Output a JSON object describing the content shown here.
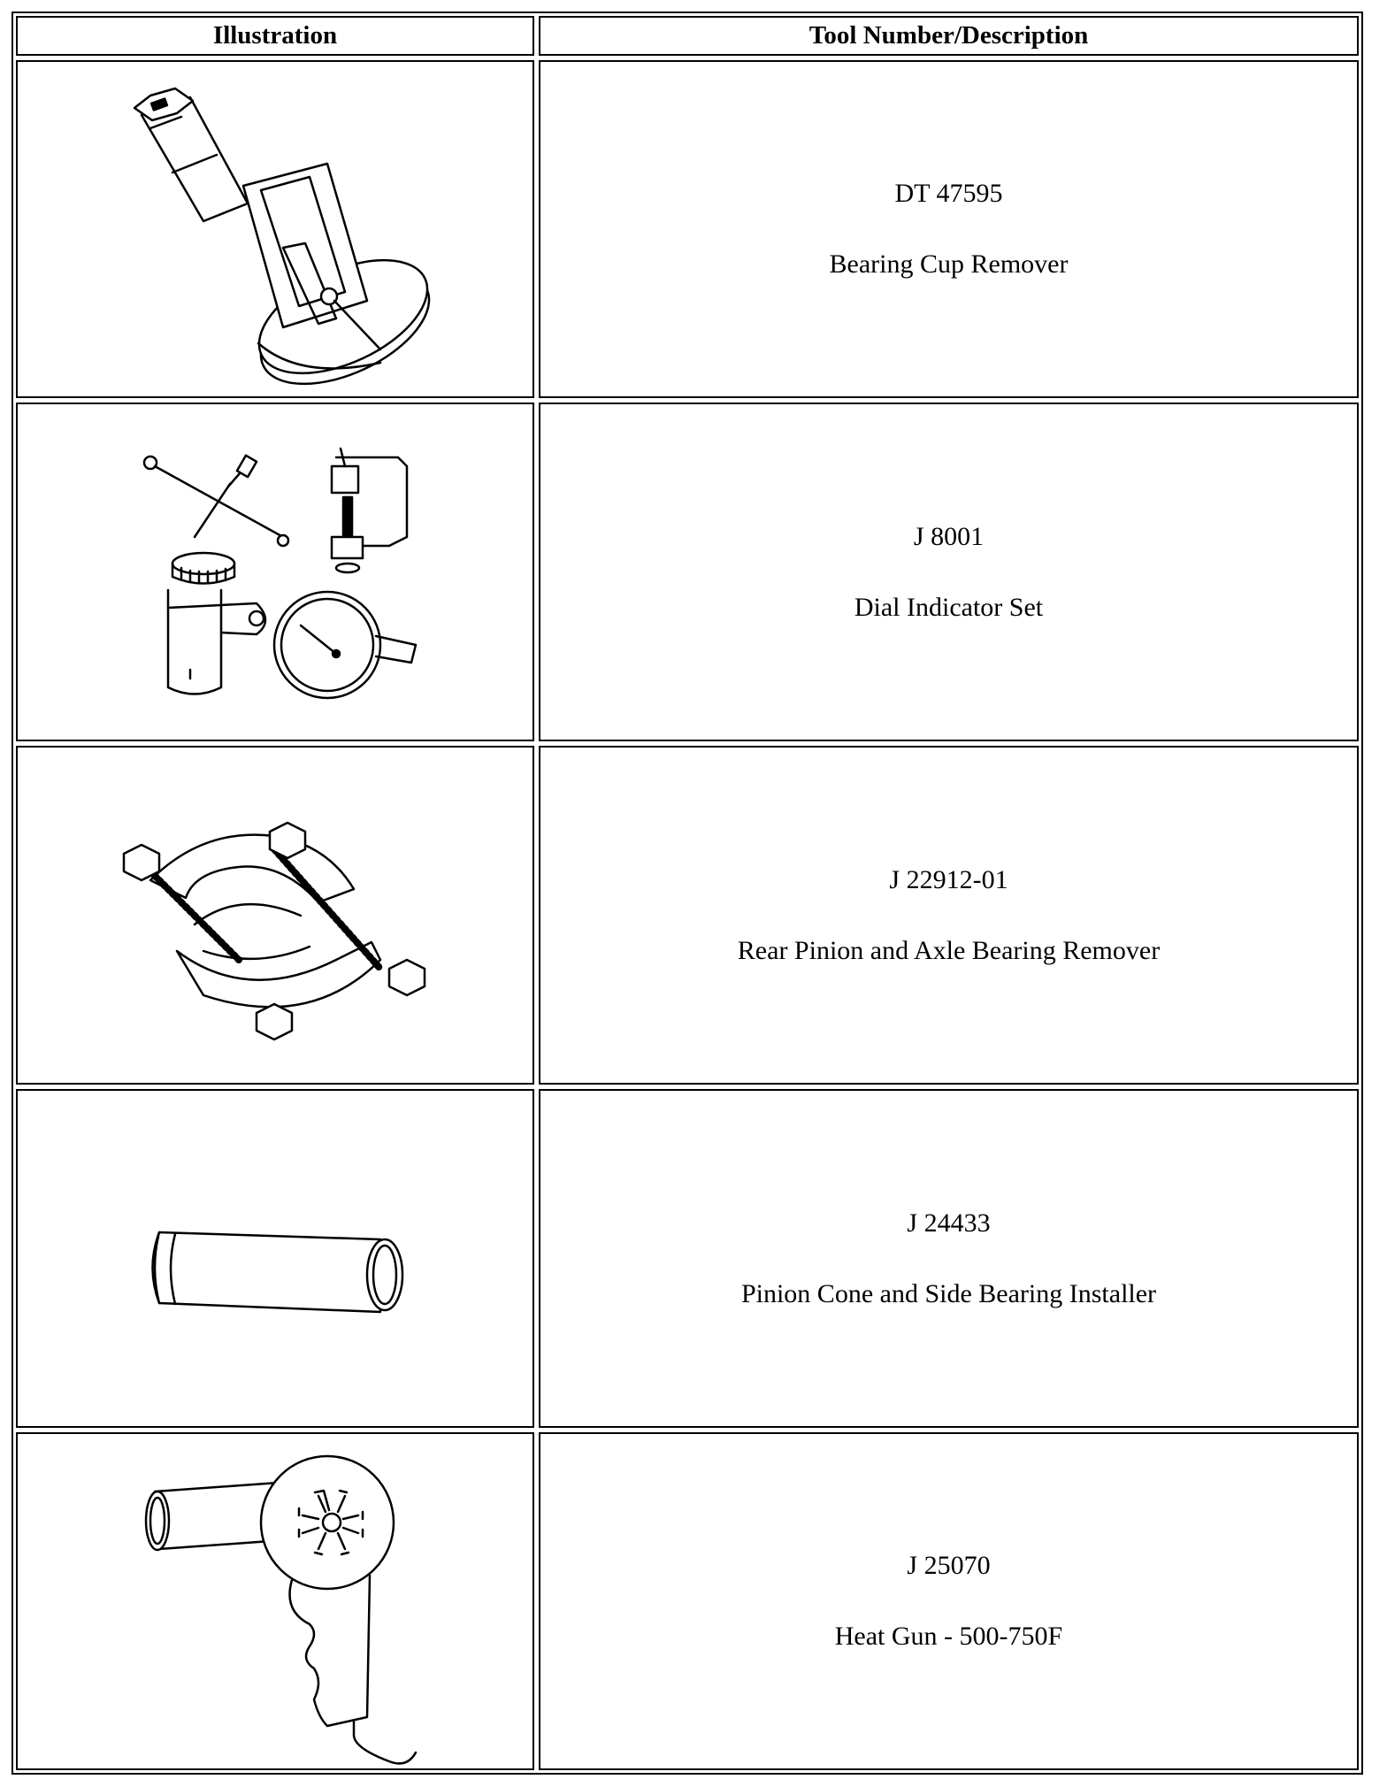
{
  "table": {
    "header": {
      "illustration": "Illustration",
      "tool": "Tool Number/Description"
    },
    "rows": [
      {
        "number": "DT 47595",
        "description": "Bearing Cup Remover",
        "icon": "bearing-cup-remover-icon"
      },
      {
        "number": "J 8001",
        "description": "Dial Indicator Set",
        "icon": "dial-indicator-set-icon"
      },
      {
        "number": "J 22912-01",
        "description": "Rear Pinion and Axle Bearing Remover",
        "icon": "bearing-remover-icon"
      },
      {
        "number": "J 24433",
        "description": "Pinion Cone and Side Bearing Installer",
        "icon": "bearing-installer-tube-icon"
      },
      {
        "number": "J 25070",
        "description": "Heat Gun - 500-750F",
        "icon": "heat-gun-icon"
      }
    ]
  }
}
